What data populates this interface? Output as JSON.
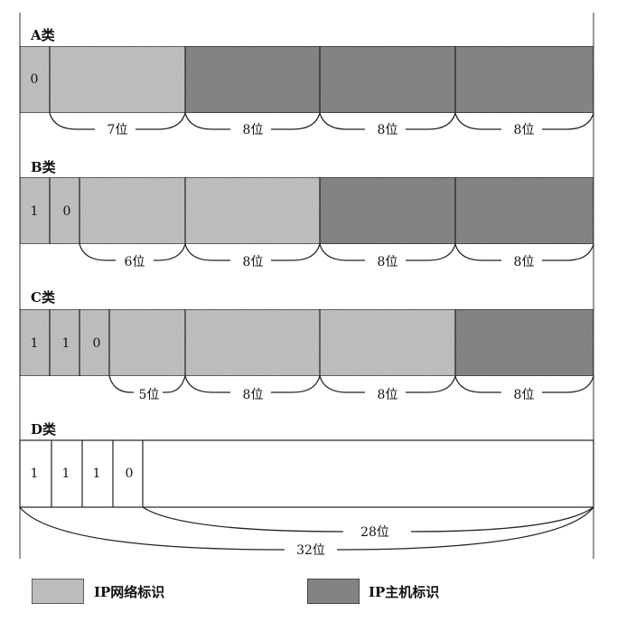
{
  "classes": [
    {
      "label": "A类",
      "bits": [
        "0"
      ],
      "blocks": [
        "network",
        "host",
        "host",
        "host"
      ],
      "brace_labels": [
        "7位",
        "8位",
        "8位",
        "8位"
      ]
    },
    {
      "label": "B类",
      "bits": [
        "1",
        "0"
      ],
      "blocks": [
        "network",
        "network",
        "host",
        "host"
      ],
      "brace_labels": [
        "6位",
        "8位",
        "8位",
        "8位"
      ]
    },
    {
      "label": "C类",
      "bits": [
        "1",
        "1",
        "0"
      ],
      "blocks": [
        "network",
        "network",
        "network",
        "host"
      ],
      "brace_labels": [
        "5位",
        "8位",
        "8位",
        "8位"
      ]
    },
    {
      "label": "D类",
      "bits": [
        "1",
        "1",
        "1",
        "0"
      ],
      "blocks": [],
      "brace_labels": [
        "28位",
        "32位"
      ]
    }
  ],
  "legend": {
    "network_label": "IP网络标识",
    "host_label": "IP主机标识"
  },
  "colors": {
    "network": "#c9c9c9",
    "host": "#8c8c8c",
    "border": "#222222"
  }
}
